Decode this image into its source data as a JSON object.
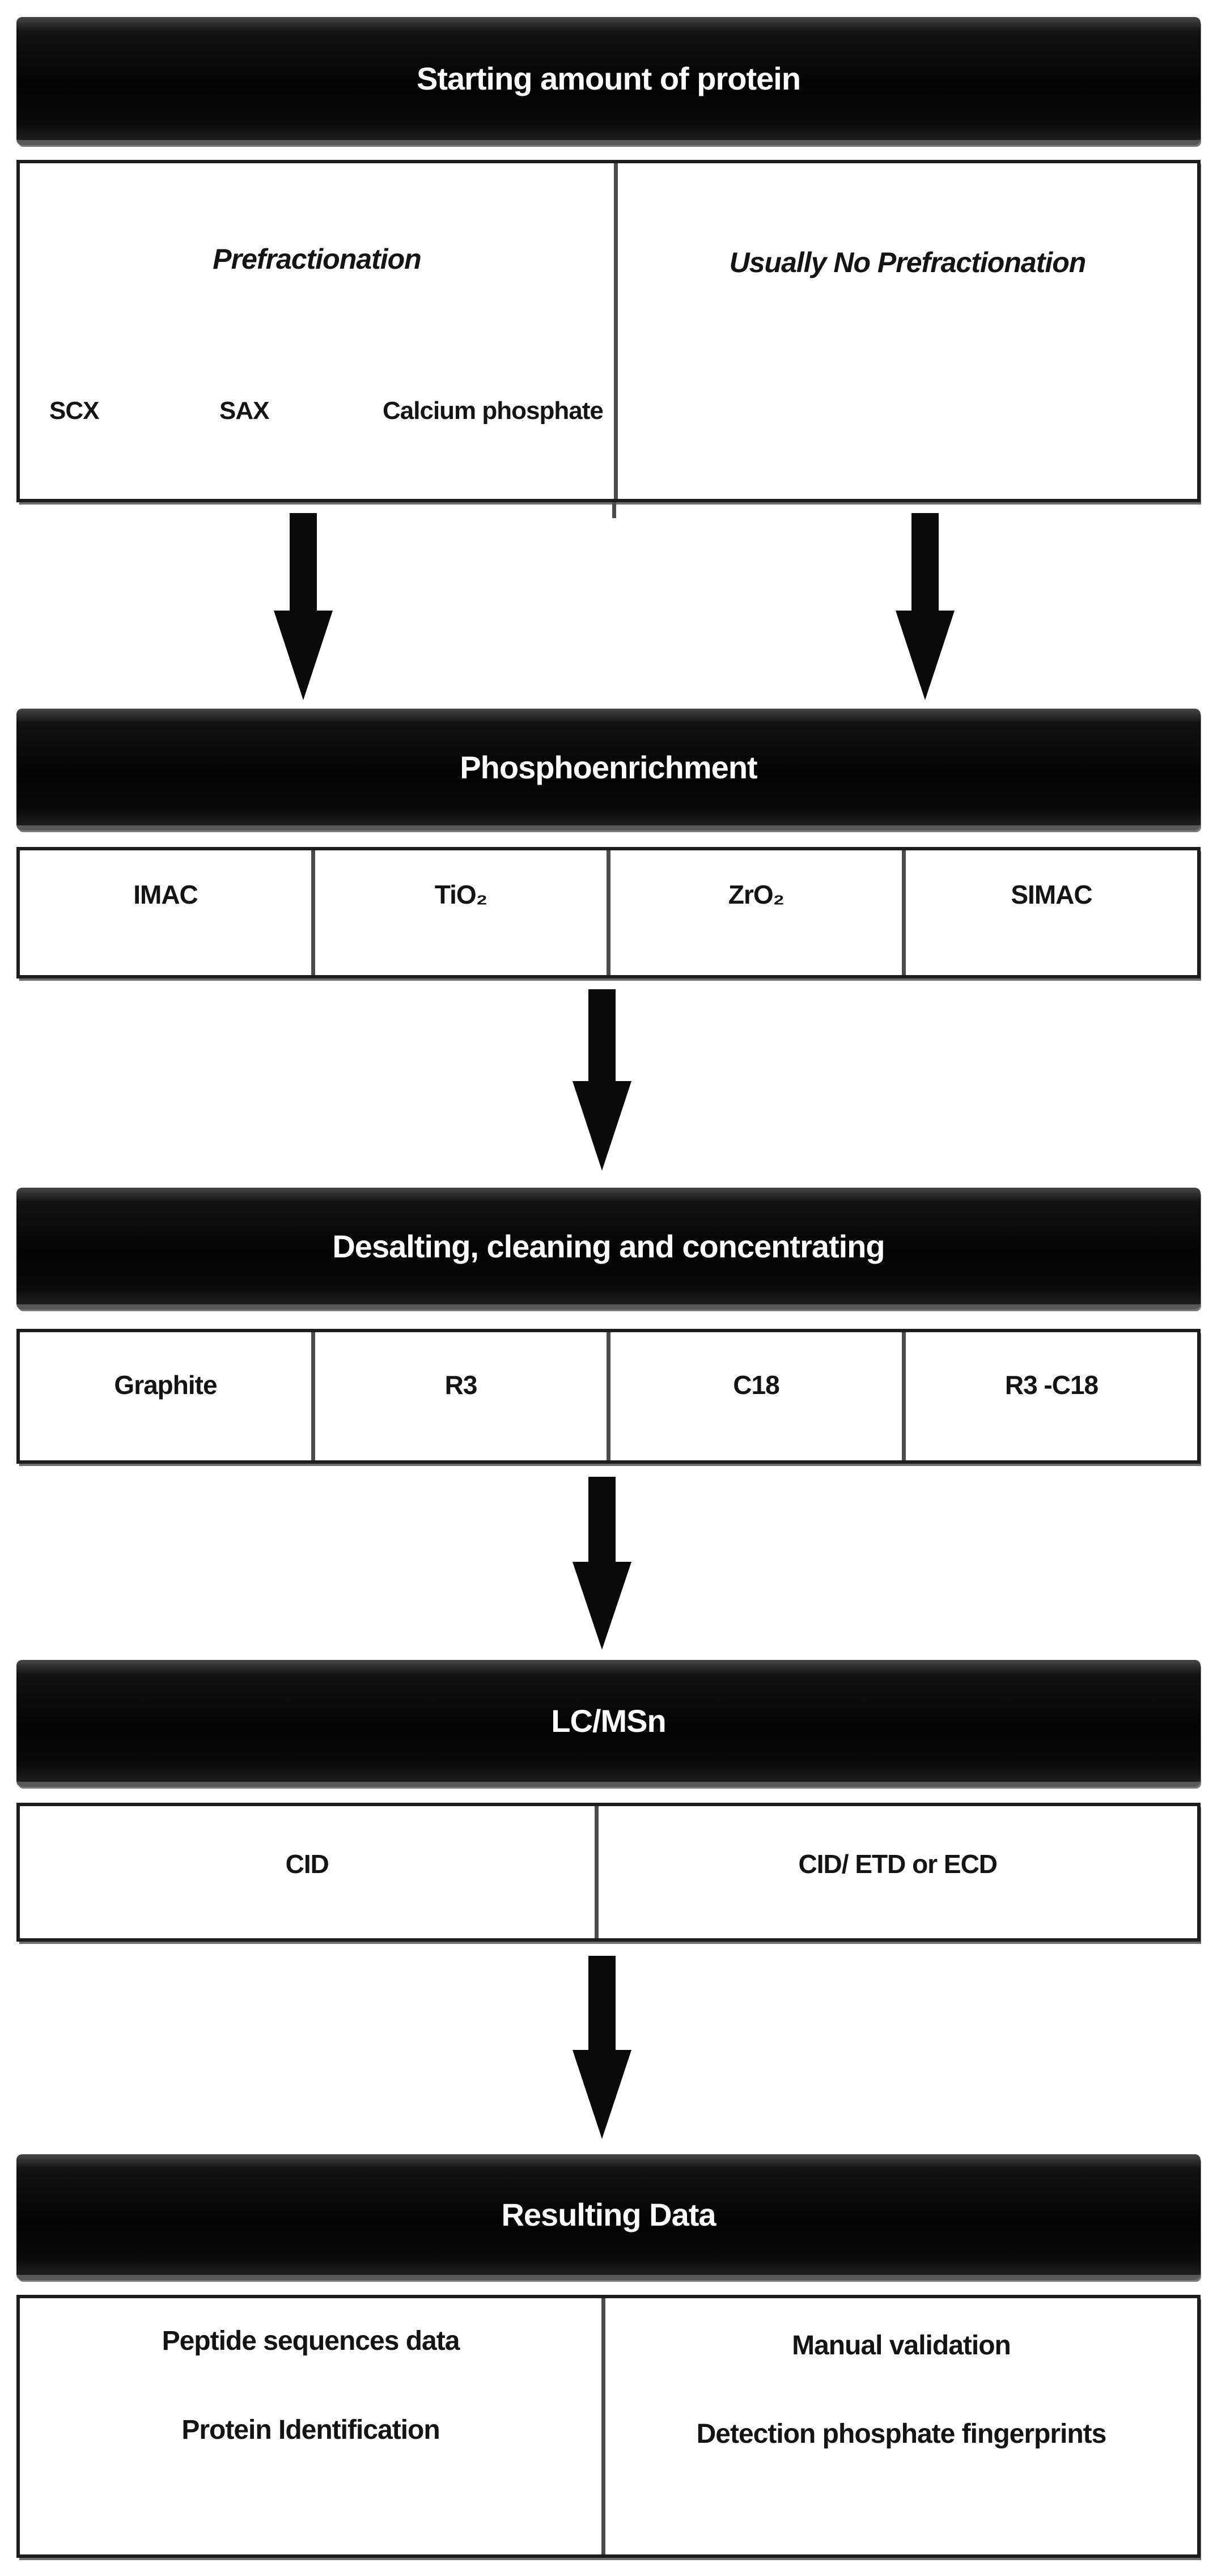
{
  "colors": {
    "bar_background": "#050505",
    "bar_text": "#fbfbfb",
    "box_border": "#1d1d1d",
    "divider_gray": "#4c4c4c",
    "text": "#141414"
  },
  "flowchart": {
    "stage1": {
      "title": "Starting amount of protein"
    },
    "prefractionation_box": {
      "left_header": "Prefractionation",
      "right_header": "Usually No Prefractionation",
      "left_methods": [
        "SCX",
        "SAX",
        "Calcium phosphate"
      ]
    },
    "stage2": {
      "title": "Phosphoenrichment",
      "methods": [
        "IMAC",
        "TiO₂",
        "ZrO₂",
        "SIMAC"
      ]
    },
    "stage3": {
      "title": "Desalting, cleaning and concentrating",
      "methods": [
        "Graphite",
        "R3",
        "C18",
        "R3 -C18"
      ]
    },
    "stage4": {
      "title": "LC/MSn",
      "methods": [
        "CID",
        "CID/ ETD or ECD"
      ]
    },
    "stage5": {
      "title": "Resulting Data",
      "left_results": [
        "Peptide sequences data",
        "Protein Identification"
      ],
      "right_results": [
        "Manual validation",
        "Detection phosphate fingerprints"
      ]
    }
  }
}
